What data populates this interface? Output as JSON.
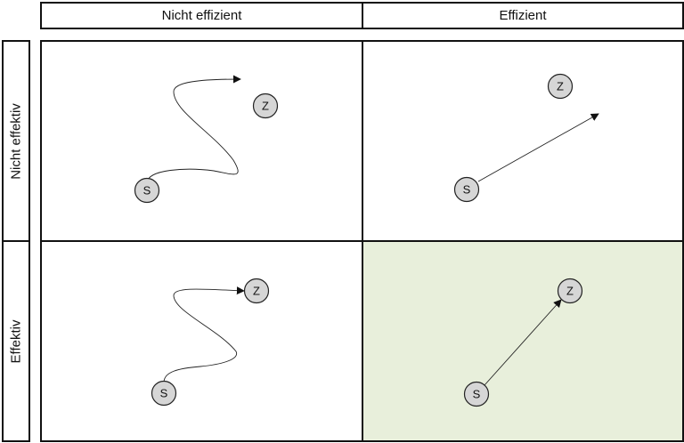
{
  "columns": [
    {
      "label": "Nicht effizient"
    },
    {
      "label": "Effizient"
    }
  ],
  "rows": [
    {
      "label": "Nicht effektiv"
    },
    {
      "label": "Effektiv"
    }
  ],
  "nodes": {
    "start_label": "S",
    "goal_label": "Z"
  },
  "highlight_color": "#e8efdb"
}
